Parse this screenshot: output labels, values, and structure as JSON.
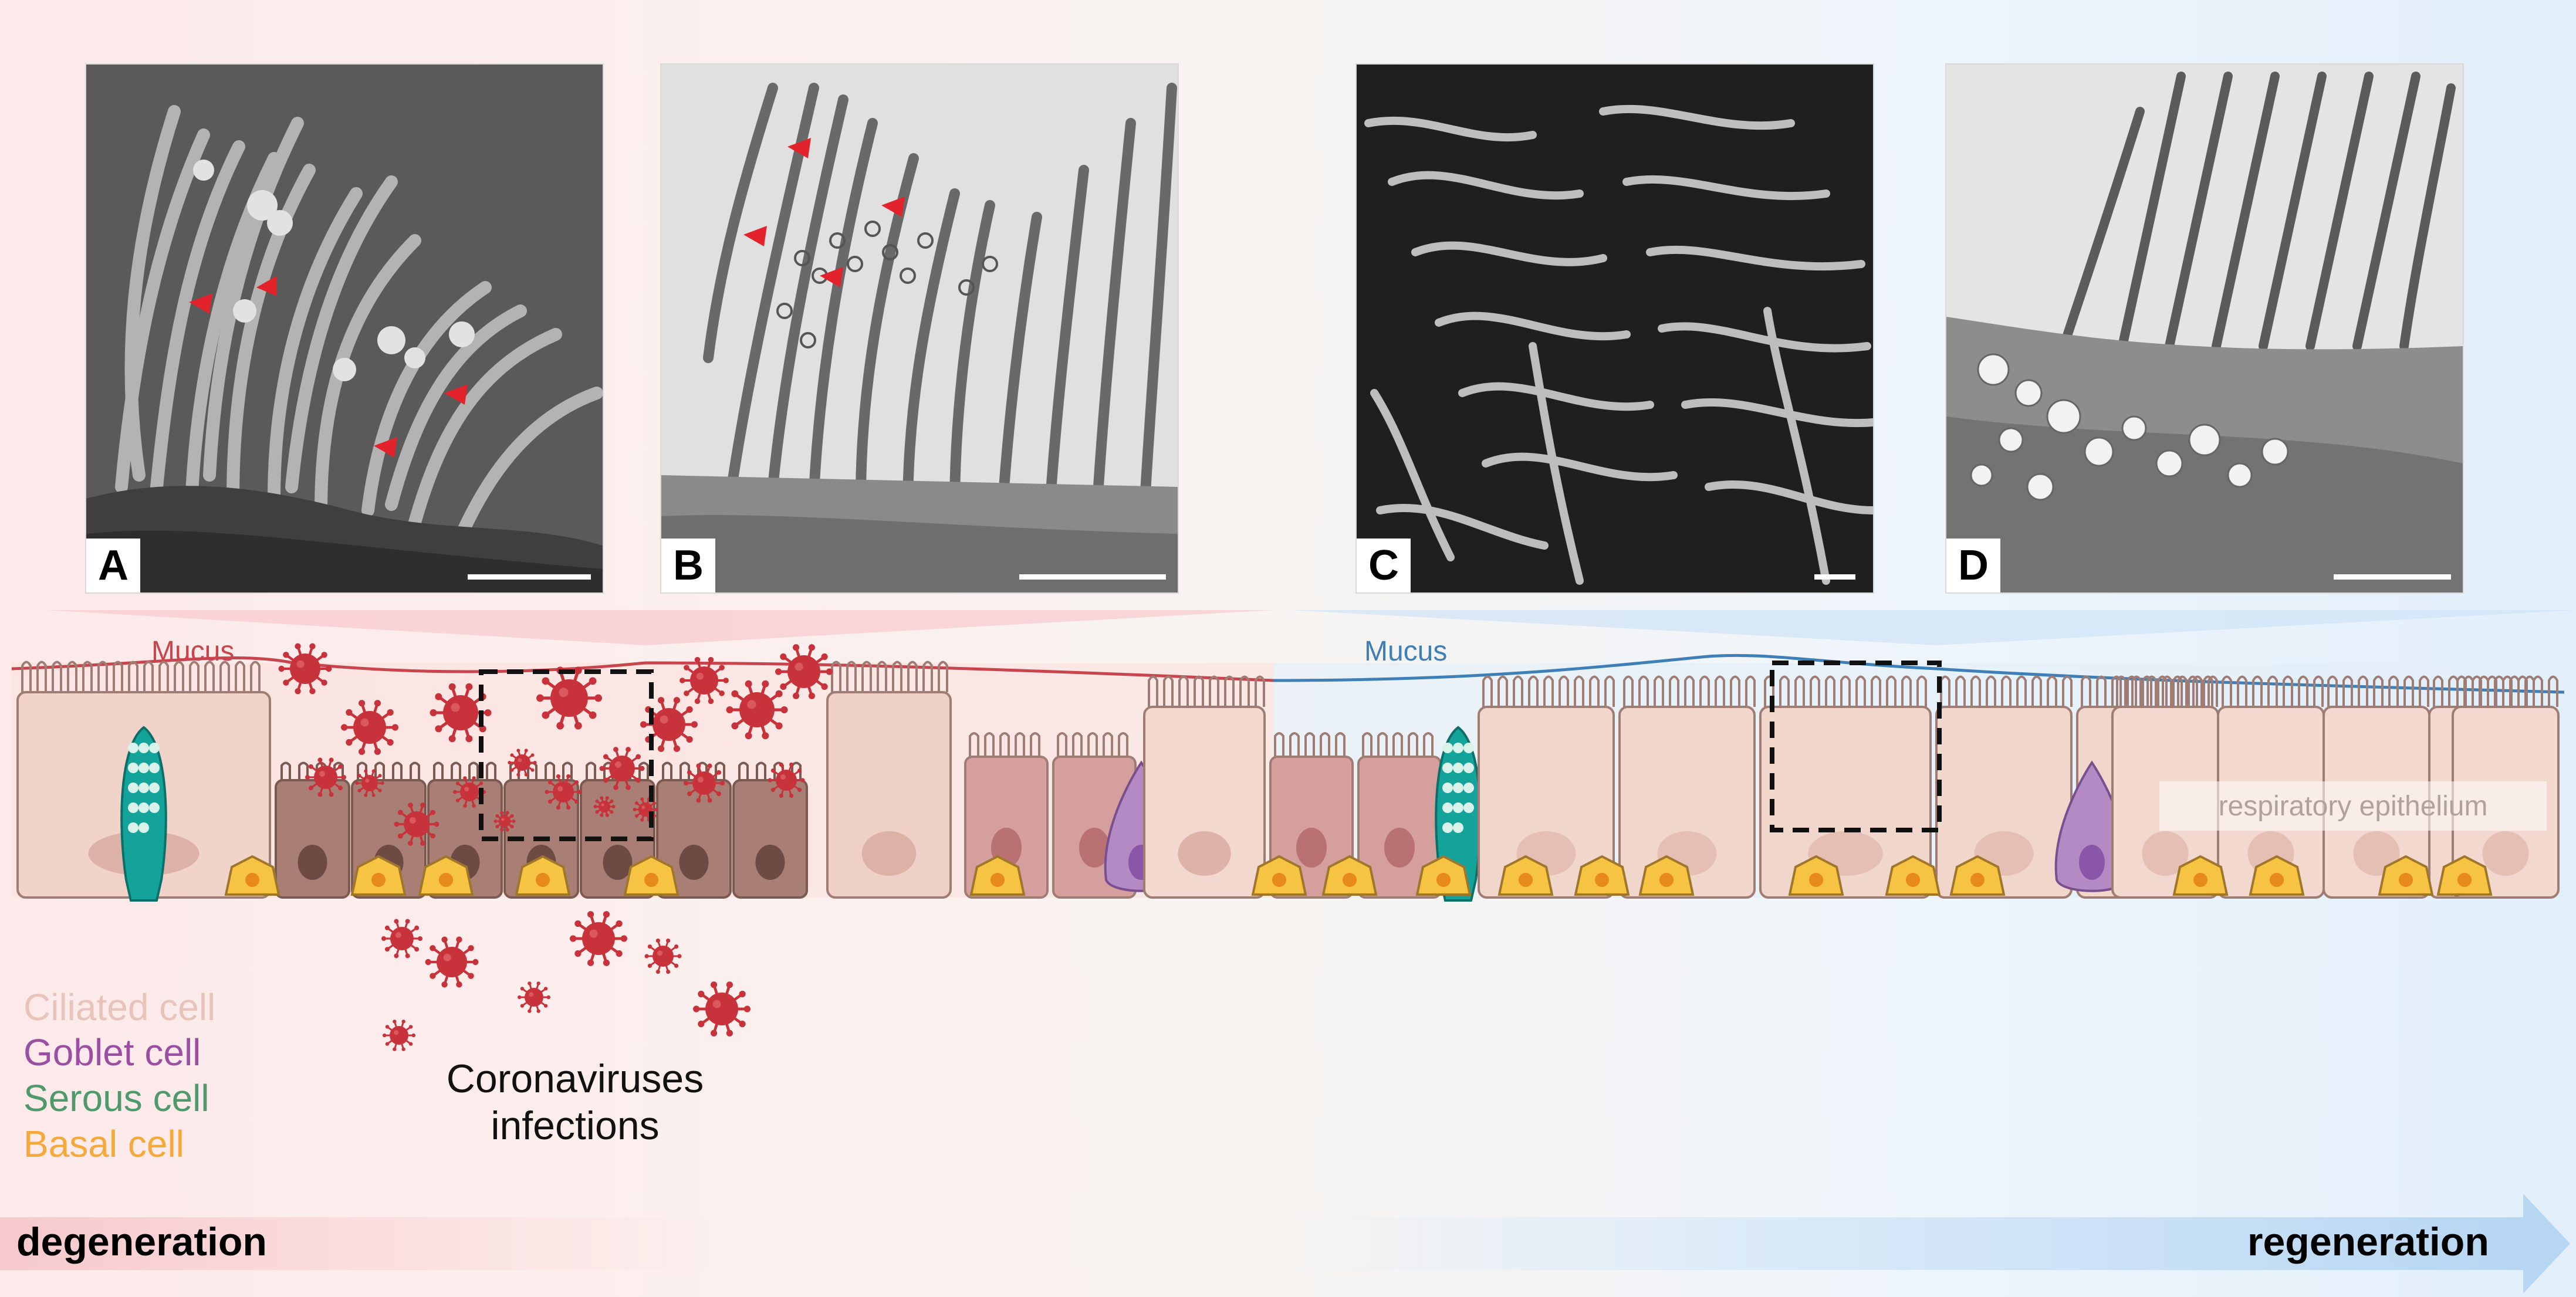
{
  "panels": [
    {
      "letter": "A"
    },
    {
      "letter": "B"
    },
    {
      "letter": "C"
    },
    {
      "letter": "D"
    }
  ],
  "labels": {
    "mucus_left": "Mucus",
    "mucus_right": "Mucus",
    "epithelium": "respiratory epithelium",
    "caption_line1": "Coronaviruses",
    "caption_line2": "infections",
    "degeneration": "degeneration",
    "regeneration": "regeneration"
  },
  "legend": [
    {
      "label": "Ciliated cell",
      "color": "#e8c3b9"
    },
    {
      "label": "Goblet cell",
      "color": "#9b4fa3"
    },
    {
      "label": "Serous cell",
      "color": "#4f9a6a"
    },
    {
      "label": "Basal cell",
      "color": "#f4a93a"
    }
  ],
  "colors": {
    "virus": "#c8323a",
    "mucus_left": "#c8454e",
    "mucus_right": "#3f7fb8",
    "basal": "#f6c343",
    "goblet": "#b48ac5",
    "serous": "#14a39a"
  }
}
